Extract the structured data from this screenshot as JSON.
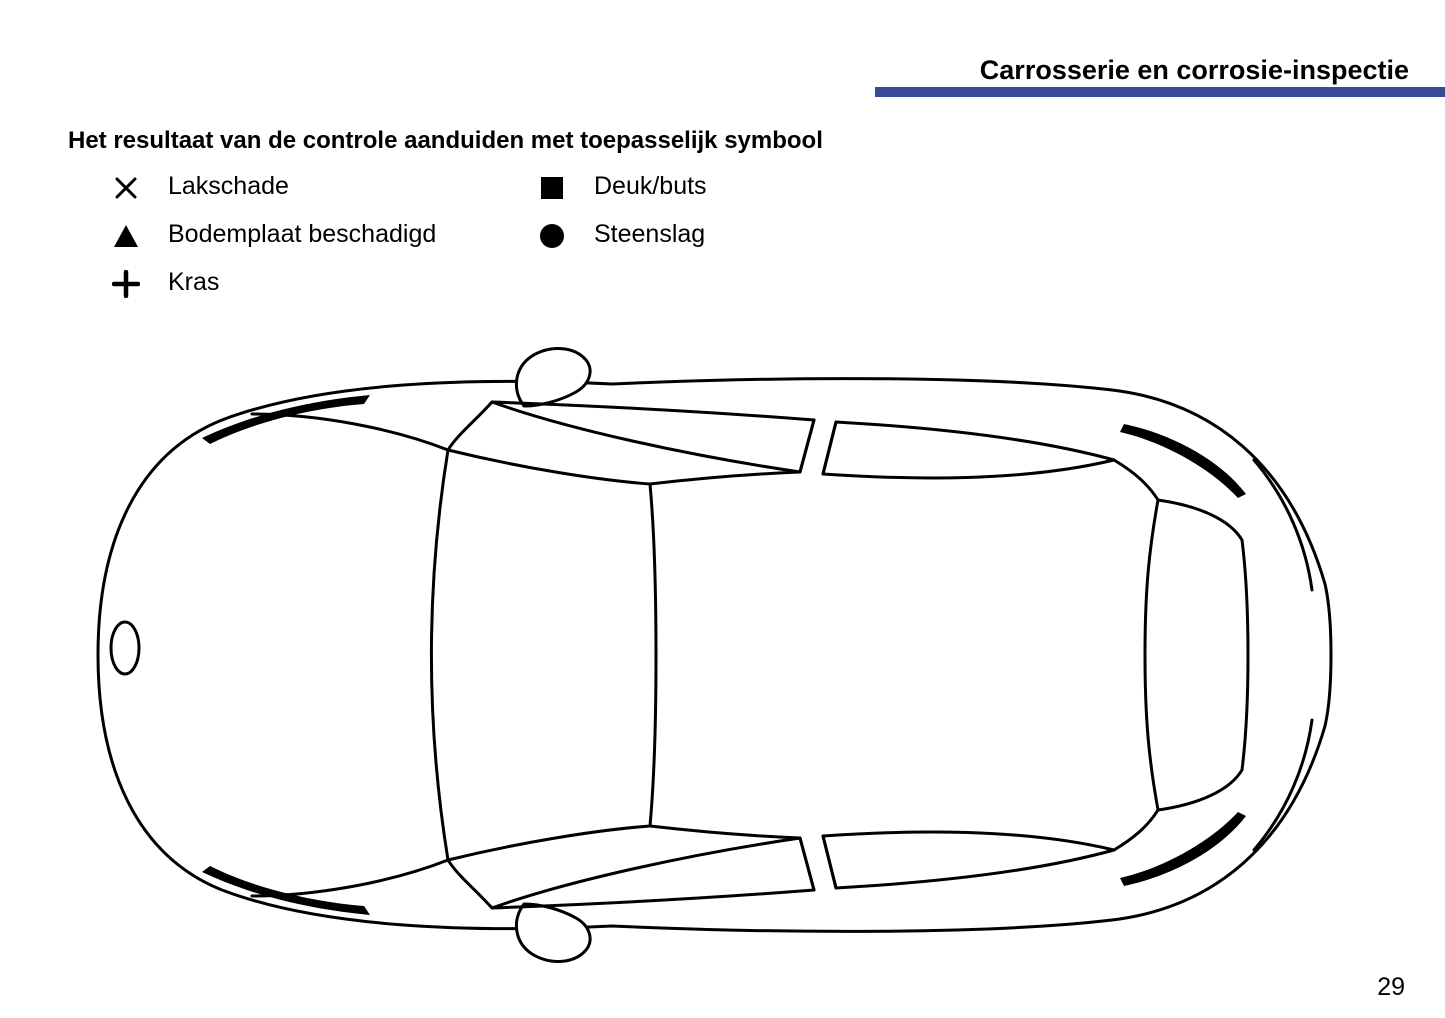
{
  "header": {
    "title": "Carrosserie en corrosie-inspectie",
    "accent_color": "#3b4a94"
  },
  "instruction": "Het resultaat van de controle aanduiden met toepasselijk symbool",
  "legend": {
    "items": [
      {
        "icon": "x-mark",
        "label": "Lakschade"
      },
      {
        "icon": "filled-triangle",
        "label": "Bodemplaat beschadigd"
      },
      {
        "icon": "plus",
        "label": "Kras"
      },
      {
        "icon": "filled-square",
        "label": "Deuk/buts"
      },
      {
        "icon": "filled-circle",
        "label": "Steenslag"
      }
    ]
  },
  "footer": {
    "page_number": "29"
  }
}
